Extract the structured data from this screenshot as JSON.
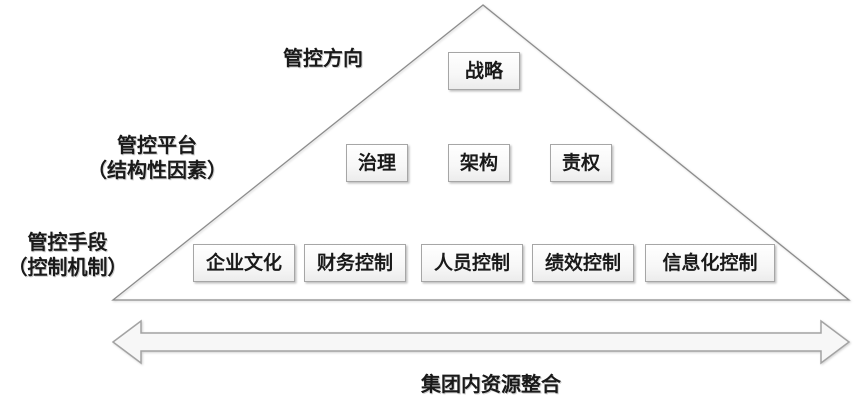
{
  "diagram": {
    "title": "",
    "levels": [
      {
        "label": "管控方向",
        "sublabel": "",
        "boxes": [
          "战略"
        ]
      },
      {
        "label": "管控平台",
        "sublabel": "（结构性因素）",
        "boxes": [
          "治理",
          "架构",
          "责权"
        ]
      },
      {
        "label": "管控手段",
        "sublabel": "（控制机制）",
        "boxes": [
          "企业文化",
          "财务控制",
          "人员控制",
          "绩效控制",
          "信息化控制"
        ]
      }
    ],
    "arrow_caption": "集团内资源整合",
    "colors": {
      "background": "#ffffff",
      "box_border": "#a6a6a6",
      "box_fill_top": "#ffffff",
      "box_fill_bottom": "#ececec",
      "triangle_stroke": "#8c8c8c",
      "arrow_fill": "#f7f7f7",
      "arrow_stroke": "#a3a3a3",
      "text": "#1a1a1a"
    }
  }
}
